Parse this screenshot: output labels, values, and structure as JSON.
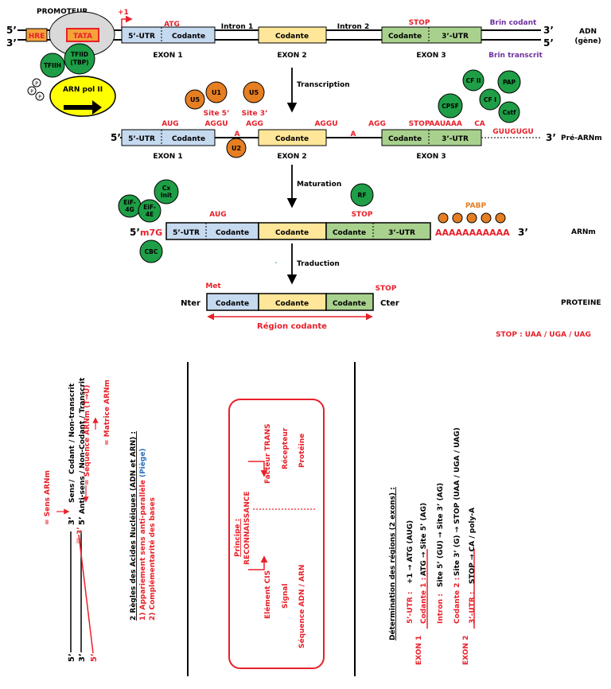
{
  "colors": {
    "red": "#e8202a",
    "purple": "#7030a0",
    "orange": "#e67e22",
    "green": "#1e9e46",
    "utr": "#c5d9ef",
    "cod": "#ffe699",
    "cod3": "#a9d18e",
    "pol": "#ffff00",
    "tata": "#f5a23a",
    "blue": "#2f6eba",
    "grey": "#d9d9d9"
  },
  "adn": {
    "promoteur": "PROMOTEUR",
    "five": "5’",
    "three": "3’",
    "hre": "HRE",
    "tata": "TATA",
    "plus1": "+1",
    "atg": "ATG",
    "utr5": "5’-UTR",
    "codante": "Codante",
    "utr3": "3’-UTR",
    "intron1": "Intron 1",
    "intron2": "Intron 2",
    "stop": "STOP",
    "exon1": "EXON 1",
    "exon2": "EXON 2",
    "exon3": "EXON 3",
    "brin_codant": "Brin codant",
    "brin_transcrit": "Brin transcrit",
    "label": "ADN",
    "label2": "(gène)",
    "tfiih": "TFIIH",
    "tfiid": "TFIID",
    "tbp": "(TBP)",
    "pol": "ARN pol II",
    "p": "P"
  },
  "transcription": "Transcription",
  "pre": {
    "u5a": "U5",
    "u1": "U1",
    "u5b": "U5",
    "u2": "U2",
    "site5": "Site 5’",
    "site3": "Site 3’",
    "cfii": "CF II",
    "pap": "PAP",
    "cfi": "CF I",
    "cpsf": "CPSF",
    "cstf": "Cstf",
    "aug": "AUG",
    "aggu1": "AGGU",
    "agg1": "AGG",
    "aggu2": "AGGU",
    "agg2": "AGG",
    "a1": "A",
    "a2": "A",
    "stop": "STOP",
    "aauaaa": "AAUAAA",
    "ca": "CA",
    "guugugu": "GUUGUGU",
    "five": "5’",
    "three": "3’",
    "label": "Pré-ARNm",
    "exon1": "EXON 1",
    "exon2": "EXON 2",
    "exon3": "EXON 3",
    "utr5": "5’-UTR",
    "codante": "Codante",
    "utr3": "3’-UTR"
  },
  "maturation": "Maturation",
  "arnm": {
    "cx": "Cx",
    "init": "Init",
    "eif": "EiF-",
    "n4g": "4G",
    "n4e": "4E",
    "cbc": "CBC",
    "five": "5’",
    "m7g": "m7G",
    "aug": "AUG",
    "rf": "RF",
    "stop": "STOP",
    "pabp": "PABP",
    "polya": "AAAAAAAAAAA",
    "three": "3’",
    "label": "ARNm",
    "utr5": "5’-UTR",
    "codante": "Codante",
    "utr3": "3’-UTR"
  },
  "traduction": "Traduction",
  "prot": {
    "met": "Met",
    "stop": "STOP",
    "nter": "Nter",
    "cter": "Cter",
    "label": "PROTEINE",
    "codante": "Codante",
    "region": "Région codante",
    "stop_codons": "STOP : UAA / UGA / UAG"
  },
  "panel1": {
    "sens_arnm": "= Sens ARNm",
    "seq_arnm": "= Séquence ARNm (T→U)",
    "matrice": "= Matrice ARNm",
    "three": "3’",
    "five": "5’",
    "sens": "Sens",
    "slash1": "/",
    "codant": "Codant",
    "non_transcrit": "/ Non-transcrit",
    "antisens": "Anti-sens / Non-Codant / Transcrit",
    "regles": "2 Règles des Acides Nucléiques (ADN et ARN) :",
    "regle1_a": "1)  Appariement sens anti-parallèle",
    "regle1_b": " (Piège)",
    "regle2": "2)  Complémentarité des bases"
  },
  "panel2": {
    "principe": "Principe :",
    "reco": "RECONNAISSANCE",
    "facteur": "Facteur TRANS",
    "recepteur": "Récepteur",
    "proteine": "Protéine",
    "cis": "Elément CIS",
    "signal": "Signal",
    "sequence": "Séquence ADN / ARN"
  },
  "panel3": {
    "title": "Détermination des régions (2 exons) :",
    "exon1": "EXON 1",
    "exon2": "EXON 2",
    "r1k": "5’-UTR :",
    "r1v": "+1 → ATG (AUG)",
    "r2k": "Codante 1 :",
    "r2v": "ATG → Site 5’ (AG)",
    "r3k": "Intron :",
    "r3v": "Site 5’ (GU) → Site 3’ (AG)",
    "r4k": "Codante 2 :",
    "r4v": "Site 3’ (G) → STOP (UAA / UGA / UAG)",
    "r5k": "3’-UTR :",
    "r5v": "STOP → CA / poly-A"
  }
}
